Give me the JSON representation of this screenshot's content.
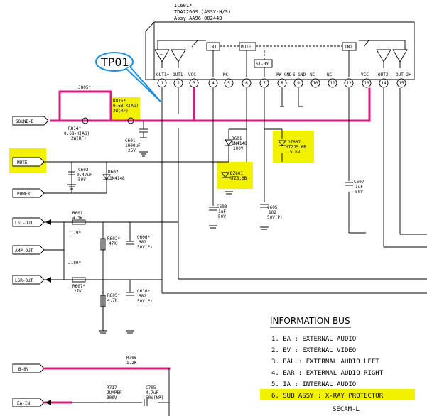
{
  "colors": {
    "wire_highlight": "#d81b7e",
    "label_highlight": "#f2f200",
    "callout": "#1e8fe0"
  },
  "ic": {
    "ref": "IC601*",
    "part": "TDA7266S (ASSY-H/S)",
    "assy": "Assy AA96-00244B",
    "block_in1": "IN1",
    "block_mute": "MUTE",
    "block_stby": "ST-BY",
    "block_in2": "IN2",
    "pins": [
      {
        "num": "1",
        "label": "OUT1+"
      },
      {
        "num": "2",
        "label": "OUT1-"
      },
      {
        "num": "3",
        "label": "VCC"
      },
      {
        "num": "4",
        "label": ""
      },
      {
        "num": "5",
        "label": "NC"
      },
      {
        "num": "6",
        "label": ""
      },
      {
        "num": "7",
        "label": ""
      },
      {
        "num": "8",
        "label": "PW-GND"
      },
      {
        "num": "9",
        "label": "S-GND"
      },
      {
        "num": "10",
        "label": "NC"
      },
      {
        "num": "11",
        "label": "NC"
      },
      {
        "num": "12",
        "label": ""
      },
      {
        "num": "13",
        "label": "VCC"
      },
      {
        "num": "14",
        "label": "OUT2-"
      },
      {
        "num": "15",
        "label": "OUT 2+"
      }
    ]
  },
  "callout": {
    "label": "TP01"
  },
  "connectors": {
    "sound_b": "SOUND-B",
    "mute": "MUTE",
    "power": "POWER",
    "lsl_out": "LSL-OUT",
    "amp_out": "AMP-OUT",
    "lsr_out": "LSR-OUT",
    "b_8v": "B-8V",
    "ea_in": "EA-IN"
  },
  "components": {
    "j805": "J805*",
    "r815": [
      "R815*",
      "0.68-K(AG)",
      "2W(RF)"
    ],
    "r814": [
      "R814*",
      "0.68-K(AG)",
      "2W(RF)"
    ],
    "c601": [
      "C601",
      "1000uF",
      "25V"
    ],
    "c602": [
      "C602",
      "0.47uF",
      "50V"
    ],
    "d602": [
      "D602",
      "1N4148"
    ],
    "d601": [
      "D601",
      "1N4148",
      "100V"
    ],
    "dz601": [
      "DZ601",
      "MTZ5.6B"
    ],
    "dz607": [
      "DZ607",
      "MTZJ5.6B",
      "5.6V"
    ],
    "c603": [
      "C603",
      "1uF",
      "50V"
    ],
    "c605": [
      "C605",
      "102",
      "50V(P)"
    ],
    "c607": [
      "C607",
      "1uF",
      "50V"
    ],
    "r601": [
      "R601",
      "4.7K"
    ],
    "j179": "J179*",
    "j180": "J180*",
    "r602": [
      "R602*",
      "47K"
    ],
    "c606": [
      "C606*",
      "682",
      "50V(P)"
    ],
    "r607": [
      "R607*",
      "27K"
    ],
    "r605": [
      "R605*",
      "4.7K"
    ],
    "c610": [
      "C610*",
      "682",
      "50V(P)"
    ],
    "r706": [
      "R706",
      "1.2K"
    ],
    "r717": [
      "R717",
      "JUMPER",
      "300V"
    ],
    "c705": [
      "C705",
      "4.7uF",
      "50V(NP)"
    ]
  },
  "info_bus": {
    "title": "INFORMATION BUS",
    "items": [
      "1. EA : EXTERNAL AUDIO",
      "2. EV : EXTERNAL VIDEO",
      "3. EAL : EXTERNAL AUDIO LEFT",
      "4. EAR : EXTERNAL AUDIO RIGHT",
      "5. IA : INTERNAL AUDIO",
      "6. SUB ASSY : X-RAY PROTECTOR"
    ],
    "footer": "SECAM-L"
  }
}
